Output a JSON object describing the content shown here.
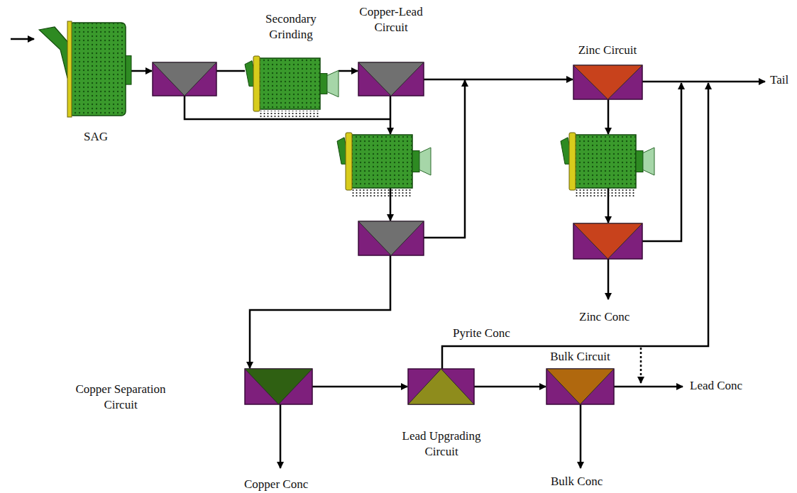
{
  "diagram": {
    "nodes": [
      {
        "text": [
          "SAG"
        ]
      },
      {
        "text": [
          "Secondary Grinding"
        ]
      },
      {
        "text": [
          "Copper-Lead Circuit"
        ]
      },
      {
        "text": [
          "Zinc Circuit"
        ]
      },
      {
        "text": [
          "Copper Separation Circuit"
        ]
      },
      {
        "text": [
          "Lead Upgrading Circuit"
        ]
      },
      {
        "text": [
          "Bulk Circuit"
        ]
      }
    ],
    "edges": [
      {
        "from": 1,
        "to": 2,
        "arrow": "to"
      },
      {
        "from": 2,
        "to": 3,
        "arrow": "to"
      },
      {
        "from": 4,
        "to": 5,
        "arrow": "to"
      },
      {
        "from": 5,
        "to": 6,
        "arrow": "to"
      }
    ],
    "labels": [
      "Tail",
      "Zinc Conc",
      "Pyrite Conc",
      "Lead Conc",
      "Copper Conc",
      "Bulk Conc"
    ]
  }
}
